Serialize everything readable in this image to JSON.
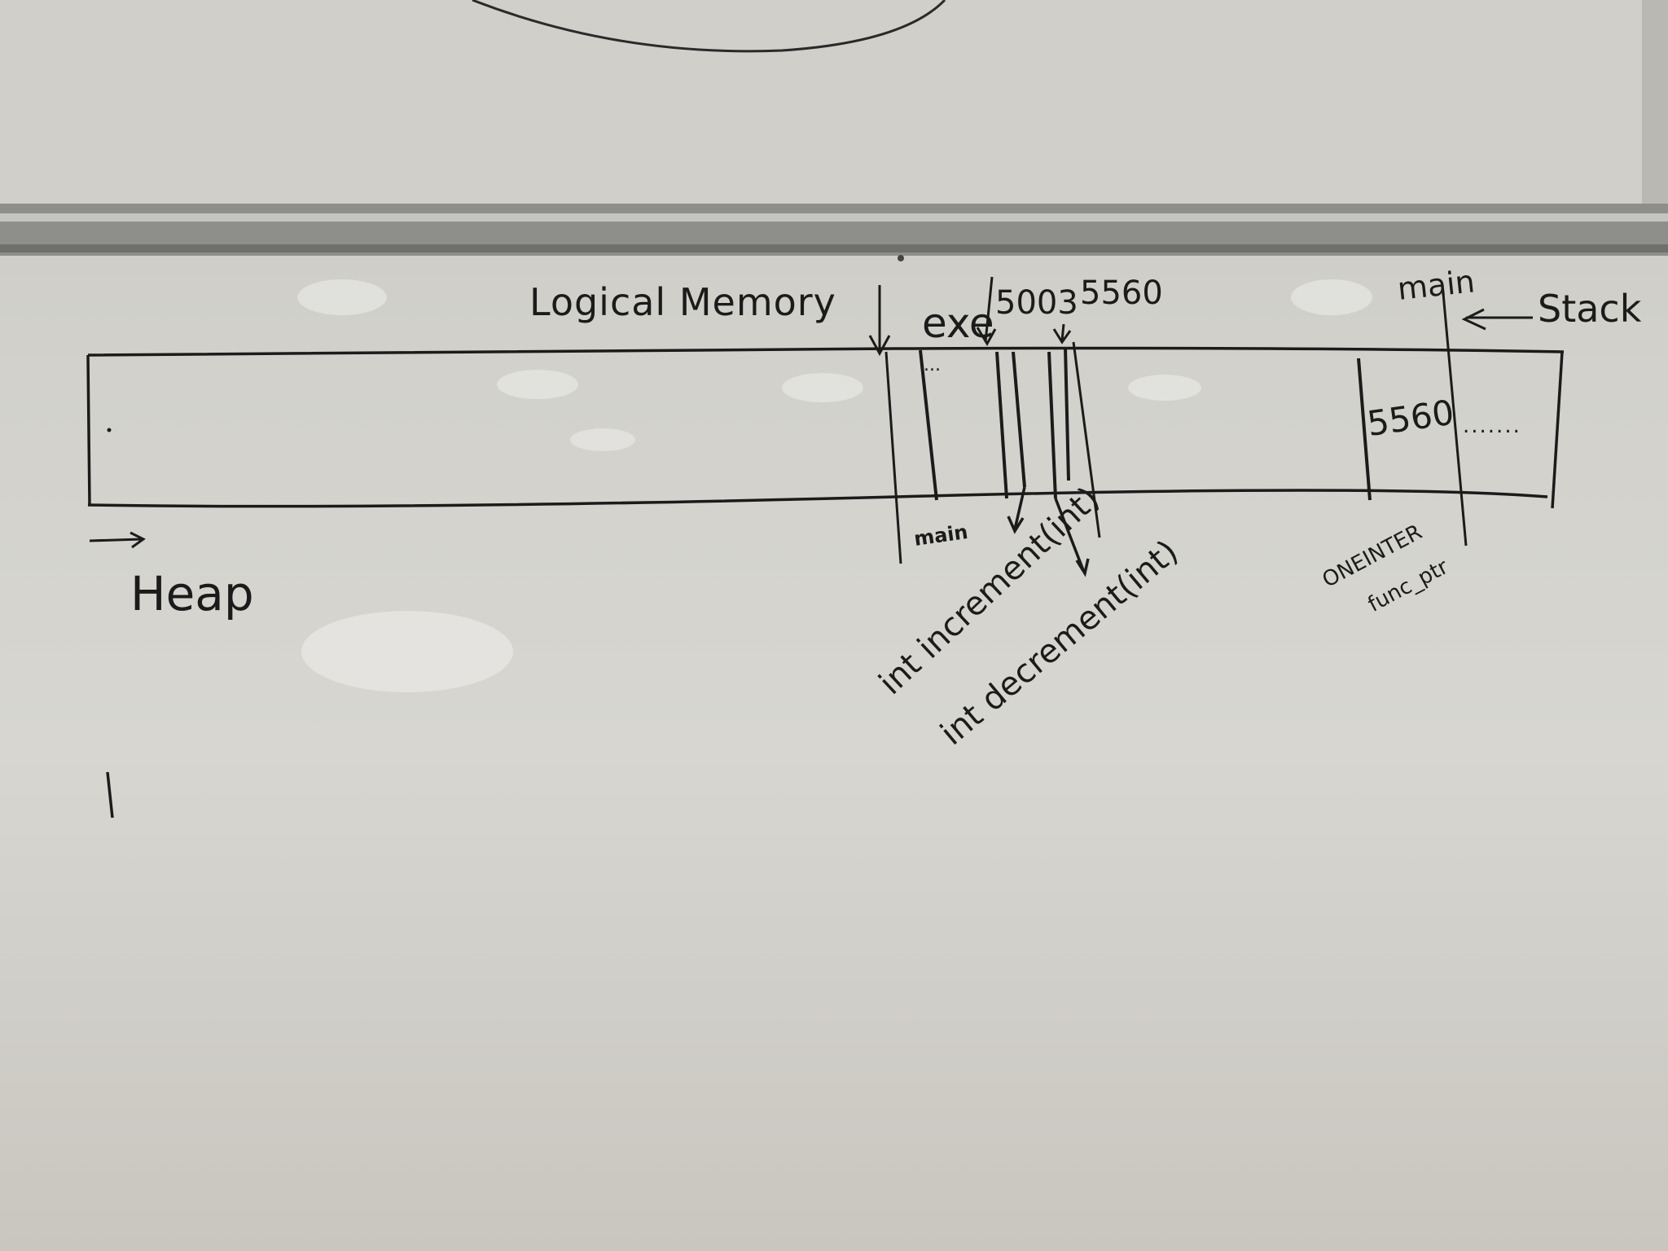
{
  "board": {
    "title": "Logical Memory",
    "heap_label": "Heap",
    "stack_label": "Stack",
    "exe_label": "exe",
    "addr_increment": "5003",
    "addr_decrement": "5560",
    "main_stack_frame_label": "main",
    "stack_cell_value": "5560",
    "exe_cell_ellipsis": "...",
    "stack_cell_ellipsis": ".......",
    "exe_main_label": "main",
    "increment_func": "int increment(int)",
    "decrement_func": "int decrement(int)",
    "pointer_type": "ONEINTER",
    "pointer_name": "func_ptr"
  }
}
